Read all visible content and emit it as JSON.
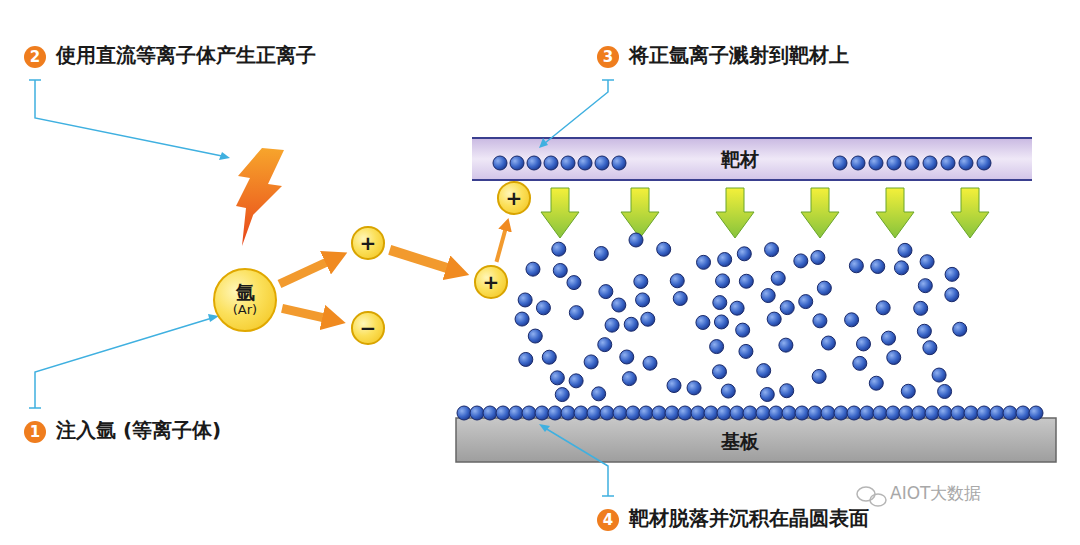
{
  "diagram": {
    "nodes": [
      {
        "text": [
          "氩",
          "(Ar)"
        ]
      },
      {
        "text": [
          "+"
        ]
      },
      {
        "text": [
          "−"
        ]
      },
      {
        "text": [
          "+"
        ]
      },
      {
        "text": [
          "+"
        ]
      },
      {
        "text": [
          "靶材"
        ]
      },
      {
        "text": [
          "基板"
        ]
      }
    ],
    "edges": [
      {
        "from": 0,
        "to": 1,
        "arrow": "to"
      },
      {
        "from": 0,
        "to": 2,
        "arrow": "to"
      },
      {
        "from": 1,
        "to": 3,
        "arrow": "to"
      },
      {
        "from": 3,
        "to": 4,
        "arrow": "to"
      }
    ],
    "labels": [
      "2",
      "使用直流等离子体产生正离子",
      "3",
      "将正氩离子溅射到靶材上",
      "1",
      "注入氩 (等离子体)",
      "4",
      "靶材脱落并沉积在晶圆表面",
      "AIOT大数据"
    ]
  }
}
